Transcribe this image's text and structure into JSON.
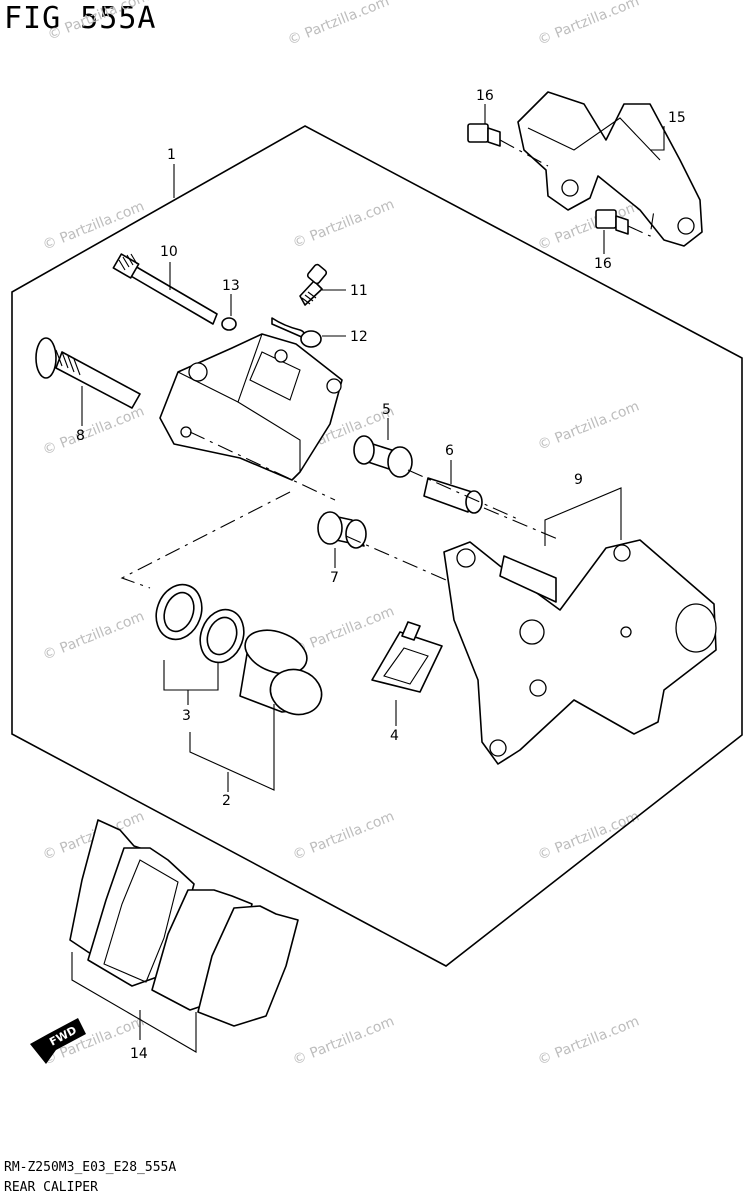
{
  "figure": {
    "title": "FIG 555A",
    "footer_code": "RM-Z250M3_E03_E28_555A",
    "footer_name": "REAR CALIPER"
  },
  "watermark": "© Partzilla.com",
  "forward_marker": "FWD",
  "callouts": {
    "c1": "1",
    "c2": "2",
    "c3": "3",
    "c4": "4",
    "c5": "5",
    "c6": "6",
    "c7": "7",
    "c8": "8",
    "c9": "9",
    "c10": "10",
    "c11": "11",
    "c12": "12",
    "c13": "13",
    "c14": "14",
    "c15": "15",
    "c16a": "16",
    "c16b": "16"
  },
  "colors": {
    "line": "#000000",
    "watermark": "#bdbdbd",
    "background": "#ffffff"
  }
}
